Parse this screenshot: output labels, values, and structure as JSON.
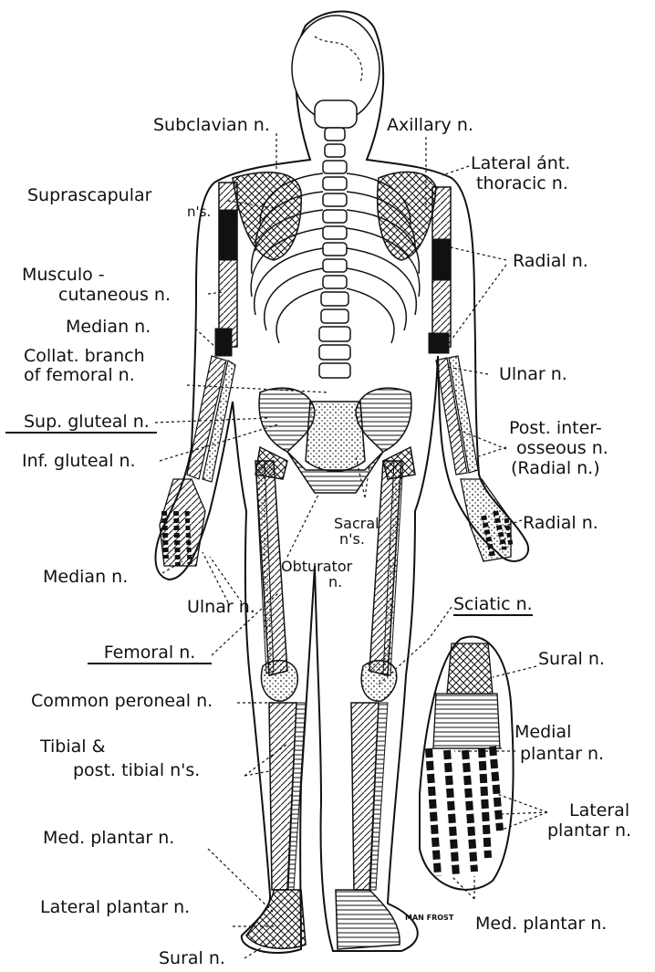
{
  "labels": {
    "subclavian": "Subclavian n.",
    "axillary": "Axillary n.",
    "lateral_ant_thoracic_1": "Lateral ánt.",
    "lateral_ant_thoracic_2": "thoracic n.",
    "suprascapular_1": "Suprascapular",
    "suprascapular_2": "n's.",
    "radial_upper": "Radial n.",
    "musculocutaneous_1": "Musculo -",
    "musculocutaneous_2": "cutaneous n.",
    "median_upper": "Median n.",
    "collat_branch_1": "Collat. branch",
    "collat_branch_2": "of femoral n.",
    "ulnar_right": "Ulnar n.",
    "sup_gluteal": "Sup. gluteal n.",
    "inf_gluteal": "Inf. gluteal n.",
    "post_interosseous_1": "Post. inter-",
    "post_interosseous_2": "osseous n.",
    "post_interosseous_3": "(Radial n.)",
    "radial_hand": "Radial n.",
    "sacral_1": "Sacral",
    "sacral_2": "n's.",
    "obturator_1": "Obturator",
    "obturator_2": "n.",
    "median_hand": "Median n.",
    "ulnar_left": "Ulnar n.",
    "sciatic": "Sciatic n.",
    "femoral": "Femoral n.",
    "sural_foot": "Sural n.",
    "common_peroneal": "Common peroneal n.",
    "medial_plantar_1": "Medial",
    "medial_plantar_2": "plantar n.",
    "tibial_1": "Tibial &",
    "tibial_2": "post. tibial n's.",
    "lateral_plantar_right_1": "Lateral",
    "lateral_plantar_right_2": "plantar n.",
    "med_plantar_left": "Med. plantar n.",
    "lateral_plantar_left": "Lateral plantar n.",
    "med_plantar_bottom": "Med. plantar n.",
    "sural_bottom": "Sural n.",
    "signature": "MAN FROST"
  }
}
